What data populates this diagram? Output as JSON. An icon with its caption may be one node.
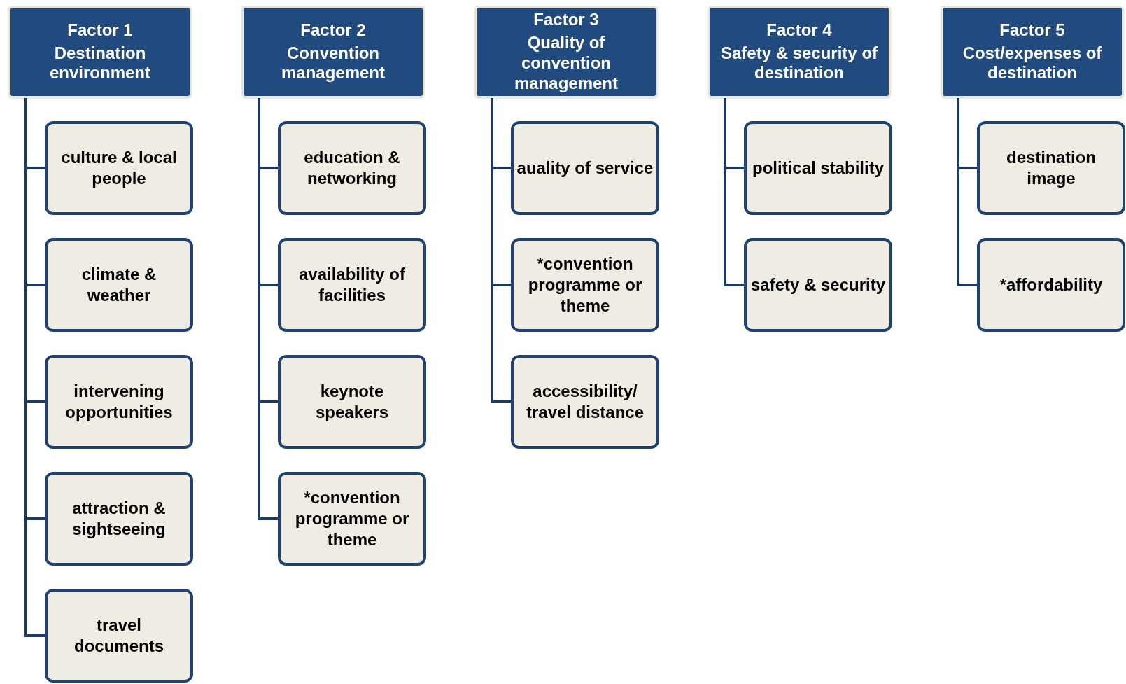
{
  "diagram": {
    "nodes": [
      {
        "text": [
          "Factor 1",
          "Destination environment"
        ]
      },
      {
        "text": [
          "culture & local people"
        ]
      },
      {
        "text": [
          "climate & weather"
        ]
      },
      {
        "text": [
          "intervening opportunities"
        ]
      },
      {
        "text": [
          "attraction & sightseeing"
        ]
      },
      {
        "text": [
          "travel documents"
        ]
      },
      {
        "text": [
          "Factor 2",
          "Convention management"
        ]
      },
      {
        "text": [
          "education & networking"
        ]
      },
      {
        "text": [
          "availability of facilities"
        ]
      },
      {
        "text": [
          "keynote speakers"
        ]
      },
      {
        "text": [
          "*convention programme or theme"
        ]
      },
      {
        "text": [
          "Factor 3",
          "Quality of convention management"
        ]
      },
      {
        "text": [
          "auality of service"
        ]
      },
      {
        "text": [
          "*convention programme or theme"
        ]
      },
      {
        "text": [
          "accessibility/ travel distance"
        ]
      },
      {
        "text": [
          "Factor 4",
          "Safety & security of destination"
        ]
      },
      {
        "text": [
          "political stability"
        ]
      },
      {
        "text": [
          "safety & security"
        ]
      },
      {
        "text": [
          "Factor 5",
          "Cost/expenses of destination"
        ]
      },
      {
        "text": [
          "destination image"
        ]
      },
      {
        "text": [
          "*affordability"
        ]
      }
    ],
    "edges": [
      {
        "from": 0,
        "to": 1,
        "arrow": "none"
      },
      {
        "from": 0,
        "to": 2,
        "arrow": "none"
      },
      {
        "from": 0,
        "to": 3,
        "arrow": "none"
      },
      {
        "from": 0,
        "to": 4,
        "arrow": "none"
      },
      {
        "from": 0,
        "to": 5,
        "arrow": "none"
      },
      {
        "from": 6,
        "to": 7,
        "arrow": "none"
      },
      {
        "from": 6,
        "to": 8,
        "arrow": "none"
      },
      {
        "from": 6,
        "to": 9,
        "arrow": "none"
      },
      {
        "from": 6,
        "to": 10,
        "arrow": "none"
      },
      {
        "from": 11,
        "to": 12,
        "arrow": "none"
      },
      {
        "from": 11,
        "to": 13,
        "arrow": "none"
      },
      {
        "from": 11,
        "to": 14,
        "arrow": "none"
      },
      {
        "from": 15,
        "to": 16,
        "arrow": "none"
      },
      {
        "from": 15,
        "to": 17,
        "arrow": "none"
      },
      {
        "from": 18,
        "to": 19,
        "arrow": "none"
      },
      {
        "from": 18,
        "to": 20,
        "arrow": "none"
      }
    ]
  }
}
